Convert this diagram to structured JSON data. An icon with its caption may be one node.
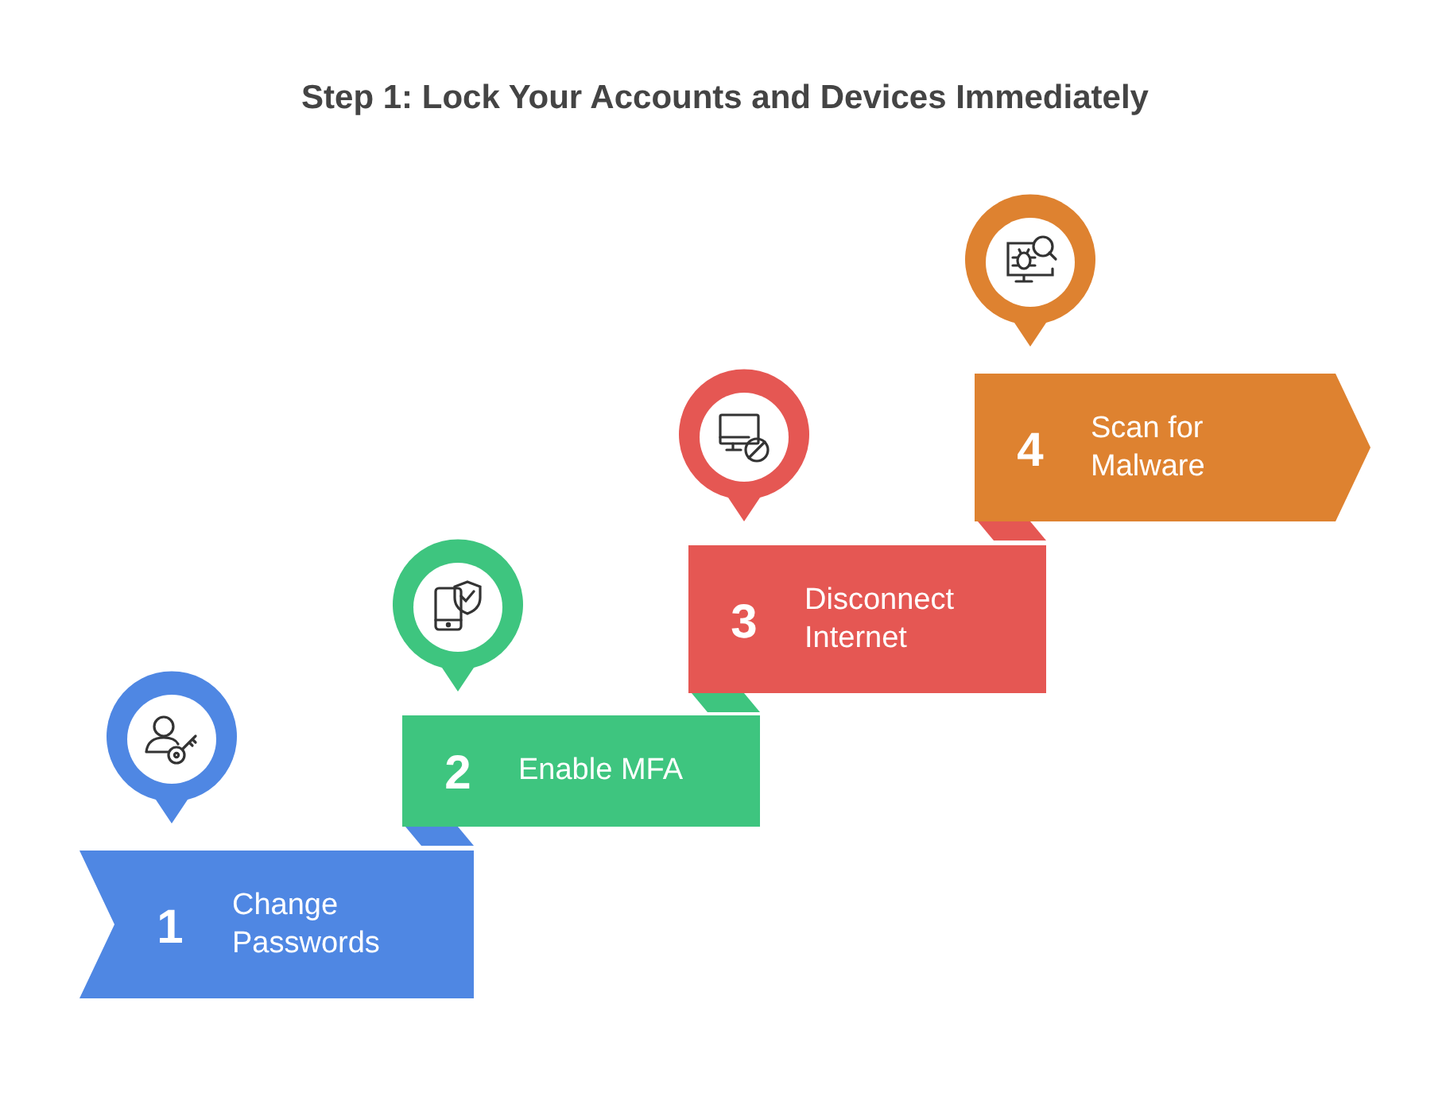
{
  "diagram": {
    "title": "Step 1: Lock Your Accounts and Devices Immediately",
    "nodes": [
      {
        "text": [
          "1",
          "Change Passwords"
        ]
      },
      {
        "text": [
          "2",
          "Enable MFA"
        ]
      },
      {
        "text": [
          "3",
          "Disconnect Internet"
        ]
      },
      {
        "text": [
          "4",
          "Scan for Malware"
        ]
      }
    ]
  }
}
